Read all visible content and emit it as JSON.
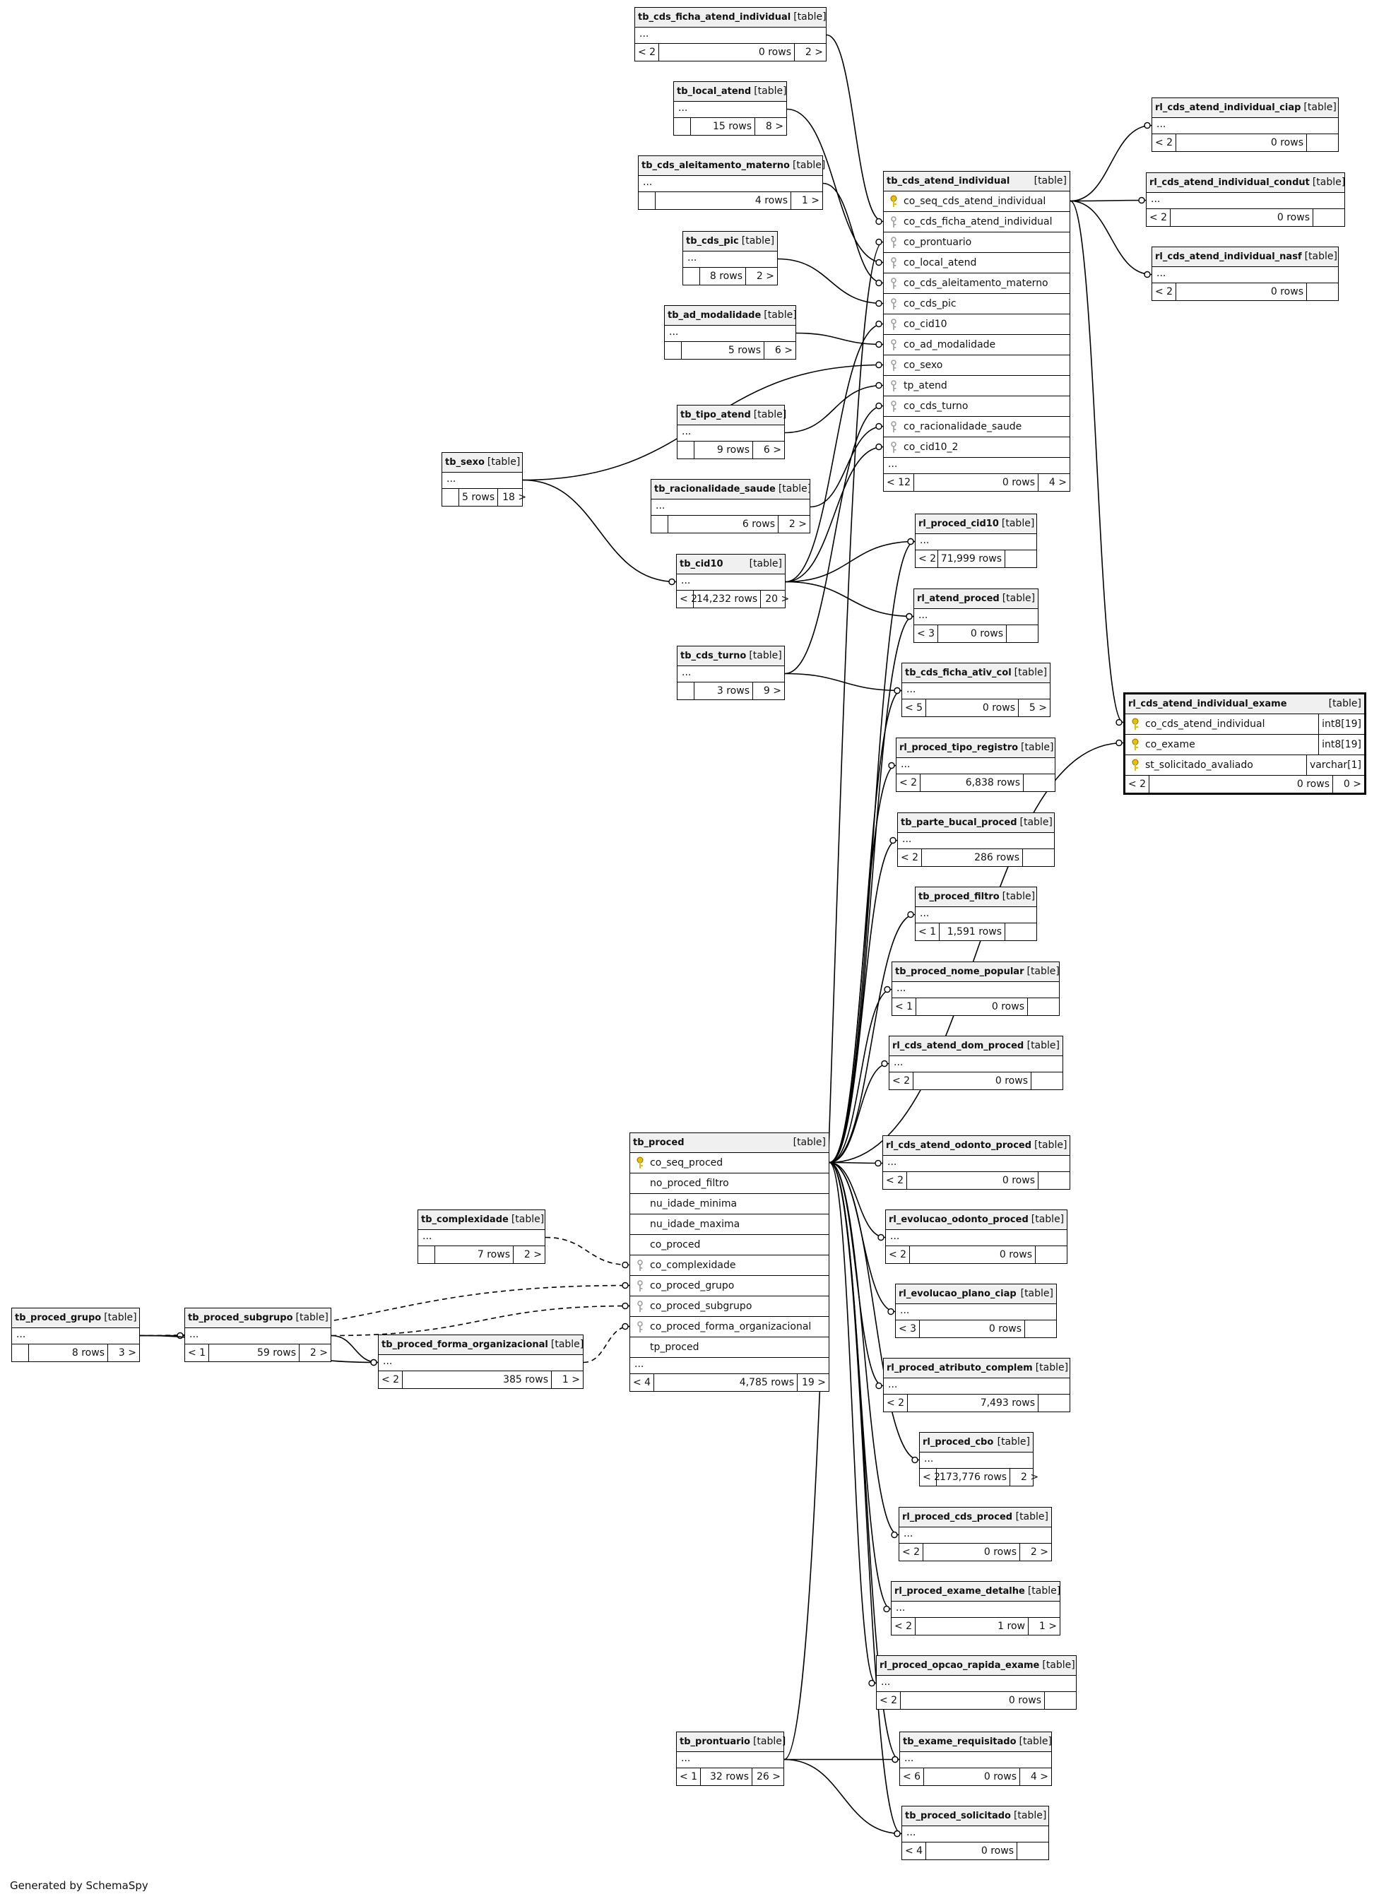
{
  "footer_text": "Generated by SchemaSpy",
  "colors": {
    "key_icon": "#e8c000",
    "fk_icon": "#9a9a9a",
    "line": "#000000"
  },
  "tables": {
    "tb_cds_ficha_atend_individual": {
      "name": "tb_cds_ficha_atend_individual",
      "type": "[table]",
      "ellipsis": "...",
      "footer": [
        "< 2",
        "0 rows",
        "2 >"
      ]
    },
    "tb_local_atend": {
      "name": "tb_local_atend",
      "type": "[table]",
      "ellipsis": "...",
      "footer": [
        "",
        "15 rows",
        "8 >"
      ]
    },
    "tb_cds_aleitamento_materno": {
      "name": "tb_cds_aleitamento_materno",
      "type": "[table]",
      "ellipsis": "...",
      "footer": [
        "",
        "4 rows",
        "1 >"
      ]
    },
    "tb_cds_pic": {
      "name": "tb_cds_pic",
      "type": "[table]",
      "ellipsis": "...",
      "footer": [
        "",
        "8 rows",
        "2 >"
      ]
    },
    "tb_ad_modalidade": {
      "name": "tb_ad_modalidade",
      "type": "[table]",
      "ellipsis": "...",
      "footer": [
        "",
        "5 rows",
        "6 >"
      ]
    },
    "tb_tipo_atend": {
      "name": "tb_tipo_atend",
      "type": "[table]",
      "ellipsis": "...",
      "footer": [
        "",
        "9 rows",
        "6 >"
      ]
    },
    "tb_sexo": {
      "name": "tb_sexo",
      "type": "[table]",
      "ellipsis": "...",
      "footer": [
        "",
        "5 rows",
        "18 >"
      ]
    },
    "tb_racionalidade_saude": {
      "name": "tb_racionalidade_saude",
      "type": "[table]",
      "ellipsis": "...",
      "footer": [
        "",
        "6 rows",
        "2 >"
      ]
    },
    "tb_cid10": {
      "name": "tb_cid10",
      "type": "[table]",
      "ellipsis": "...",
      "footer": [
        "< 2",
        "14,232 rows",
        "20 >"
      ]
    },
    "tb_cds_turno": {
      "name": "tb_cds_turno",
      "type": "[table]",
      "ellipsis": "...",
      "footer": [
        "",
        "3 rows",
        "9 >"
      ]
    },
    "tb_cds_atend_individual": {
      "name": "tb_cds_atend_individual",
      "type": "[table]",
      "ellipsis": "...",
      "footer": [
        "< 12",
        "0 rows",
        "4 >"
      ],
      "columns": [
        {
          "name": "co_seq_cds_atend_individual",
          "key": "pk"
        },
        {
          "name": "co_cds_ficha_atend_individual",
          "key": "fk"
        },
        {
          "name": "co_prontuario",
          "key": "fk"
        },
        {
          "name": "co_local_atend",
          "key": "fk"
        },
        {
          "name": "co_cds_aleitamento_materno",
          "key": "fk"
        },
        {
          "name": "co_cds_pic",
          "key": "fk"
        },
        {
          "name": "co_cid10",
          "key": "fk"
        },
        {
          "name": "co_ad_modalidade",
          "key": "fk"
        },
        {
          "name": "co_sexo",
          "key": "fk"
        },
        {
          "name": "tp_atend",
          "key": "fk"
        },
        {
          "name": "co_cds_turno",
          "key": "fk"
        },
        {
          "name": "co_racionalidade_saude",
          "key": "fk"
        },
        {
          "name": "co_cid10_2",
          "key": "fk"
        }
      ]
    },
    "rl_cds_atend_individual_ciap": {
      "name": "rl_cds_atend_individual_ciap",
      "type": "[table]",
      "ellipsis": "...",
      "footer": [
        "< 2",
        "0 rows",
        ""
      ]
    },
    "rl_cds_atend_individual_condut": {
      "name": "rl_cds_atend_individual_condut",
      "type": "[table]",
      "ellipsis": "...",
      "footer": [
        "< 2",
        "0 rows",
        ""
      ]
    },
    "rl_cds_atend_individual_nasf": {
      "name": "rl_cds_atend_individual_nasf",
      "type": "[table]",
      "ellipsis": "...",
      "footer": [
        "< 2",
        "0 rows",
        ""
      ]
    },
    "rl_proced_cid10": {
      "name": "rl_proced_cid10",
      "type": "[table]",
      "ellipsis": "...",
      "footer": [
        "< 2",
        "71,999 rows",
        ""
      ]
    },
    "rl_atend_proced": {
      "name": "rl_atend_proced",
      "type": "[table]",
      "ellipsis": "...",
      "footer": [
        "< 3",
        "0 rows",
        ""
      ]
    },
    "tb_cds_ficha_ativ_col": {
      "name": "tb_cds_ficha_ativ_col",
      "type": "[table]",
      "ellipsis": "...",
      "footer": [
        "< 5",
        "0 rows",
        "5 >"
      ]
    },
    "rl_cds_atend_individual_exame": {
      "name": "rl_cds_atend_individual_exame",
      "type": "[table]",
      "footer": [
        "< 2",
        "0 rows",
        "0 >"
      ],
      "columns": [
        {
          "name": "co_cds_atend_individual",
          "key": "pk",
          "dtype": "int8[19]"
        },
        {
          "name": "co_exame",
          "key": "pk",
          "dtype": "int8[19]"
        },
        {
          "name": "st_solicitado_avaliado",
          "key": "pk",
          "dtype": "varchar[1]"
        }
      ]
    },
    "rl_proced_tipo_registro": {
      "name": "rl_proced_tipo_registro",
      "type": "[table]",
      "ellipsis": "...",
      "footer": [
        "< 2",
        "6,838 rows",
        ""
      ]
    },
    "tb_parte_bucal_proced": {
      "name": "tb_parte_bucal_proced",
      "type": "[table]",
      "ellipsis": "...",
      "footer": [
        "< 2",
        "286 rows",
        ""
      ]
    },
    "tb_proced_filtro": {
      "name": "tb_proced_filtro",
      "type": "[table]",
      "ellipsis": "...",
      "footer": [
        "< 1",
        "1,591 rows",
        ""
      ]
    },
    "tb_proced_nome_popular": {
      "name": "tb_proced_nome_popular",
      "type": "[table]",
      "ellipsis": "...",
      "footer": [
        "< 1",
        "0 rows",
        ""
      ]
    },
    "rl_cds_atend_dom_proced": {
      "name": "rl_cds_atend_dom_proced",
      "type": "[table]",
      "ellipsis": "...",
      "footer": [
        "< 2",
        "0 rows",
        ""
      ]
    },
    "tb_proced": {
      "name": "tb_proced",
      "type": "[table]",
      "ellipsis": "...",
      "footer": [
        "< 4",
        "4,785 rows",
        "19 >"
      ],
      "columns": [
        {
          "name": "co_seq_proced",
          "key": "pk"
        },
        {
          "name": "no_proced_filtro",
          "key": ""
        },
        {
          "name": "nu_idade_minima",
          "key": ""
        },
        {
          "name": "nu_idade_maxima",
          "key": ""
        },
        {
          "name": "co_proced",
          "key": ""
        },
        {
          "name": "co_complexidade",
          "key": "fk"
        },
        {
          "name": "co_proced_grupo",
          "key": "fk"
        },
        {
          "name": "co_proced_subgrupo",
          "key": "fk"
        },
        {
          "name": "co_proced_forma_organizacional",
          "key": "fk"
        },
        {
          "name": "tp_proced",
          "key": ""
        }
      ]
    },
    "rl_cds_atend_odonto_proced": {
      "name": "rl_cds_atend_odonto_proced",
      "type": "[table]",
      "ellipsis": "...",
      "footer": [
        "< 2",
        "0 rows",
        ""
      ]
    },
    "tb_complexidade": {
      "name": "tb_complexidade",
      "type": "[table]",
      "ellipsis": "...",
      "footer": [
        "",
        "7 rows",
        "2 >"
      ]
    },
    "rl_evolucao_odonto_proced": {
      "name": "rl_evolucao_odonto_proced",
      "type": "[table]",
      "ellipsis": "...",
      "footer": [
        "< 2",
        "0 rows",
        ""
      ]
    },
    "rl_evolucao_plano_ciap": {
      "name": "rl_evolucao_plano_ciap",
      "type": "[table]",
      "ellipsis": "...",
      "footer": [
        "< 3",
        "0 rows",
        ""
      ]
    },
    "tb_proced_grupo": {
      "name": "tb_proced_grupo",
      "type": "[table]",
      "ellipsis": "...",
      "footer": [
        "",
        "8 rows",
        "3 >"
      ]
    },
    "tb_proced_subgrupo": {
      "name": "tb_proced_subgrupo",
      "type": "[table]",
      "ellipsis": "...",
      "footer": [
        "< 1",
        "59 rows",
        "2 >"
      ]
    },
    "tb_proced_forma_organizacional": {
      "name": "tb_proced_forma_organizacional",
      "type": "[table]",
      "ellipsis": "...",
      "footer": [
        "< 2",
        "385 rows",
        "1 >"
      ]
    },
    "rl_proced_atributo_complem": {
      "name": "rl_proced_atributo_complem",
      "type": "[table]",
      "ellipsis": "...",
      "footer": [
        "< 2",
        "7,493 rows",
        ""
      ]
    },
    "rl_proced_cbo": {
      "name": "rl_proced_cbo",
      "type": "[table]",
      "ellipsis": "...",
      "footer": [
        "< 2",
        "173,776 rows",
        "2 >"
      ]
    },
    "rl_proced_cds_proced": {
      "name": "rl_proced_cds_proced",
      "type": "[table]",
      "ellipsis": "...",
      "footer": [
        "< 2",
        "0 rows",
        "2 >"
      ]
    },
    "rl_proced_exame_detalhe": {
      "name": "rl_proced_exame_detalhe",
      "type": "[table]",
      "ellipsis": "...",
      "footer": [
        "< 2",
        "1 row",
        "1 >"
      ]
    },
    "rl_proced_opcao_rapida_exame": {
      "name": "rl_proced_opcao_rapida_exame",
      "type": "[table]",
      "ellipsis": "...",
      "footer": [
        "< 2",
        "0 rows",
        ""
      ]
    },
    "tb_prontuario": {
      "name": "tb_prontuario",
      "type": "[table]",
      "ellipsis": "...",
      "footer": [
        "< 1",
        "32 rows",
        "26 >"
      ]
    },
    "tb_exame_requisitado": {
      "name": "tb_exame_requisitado",
      "type": "[table]",
      "ellipsis": "...",
      "footer": [
        "< 6",
        "0 rows",
        "4 >"
      ]
    },
    "tb_proced_solicitado": {
      "name": "tb_proced_solicitado",
      "type": "[table]",
      "ellipsis": "...",
      "footer": [
        "< 4",
        "0 rows",
        ""
      ]
    }
  }
}
